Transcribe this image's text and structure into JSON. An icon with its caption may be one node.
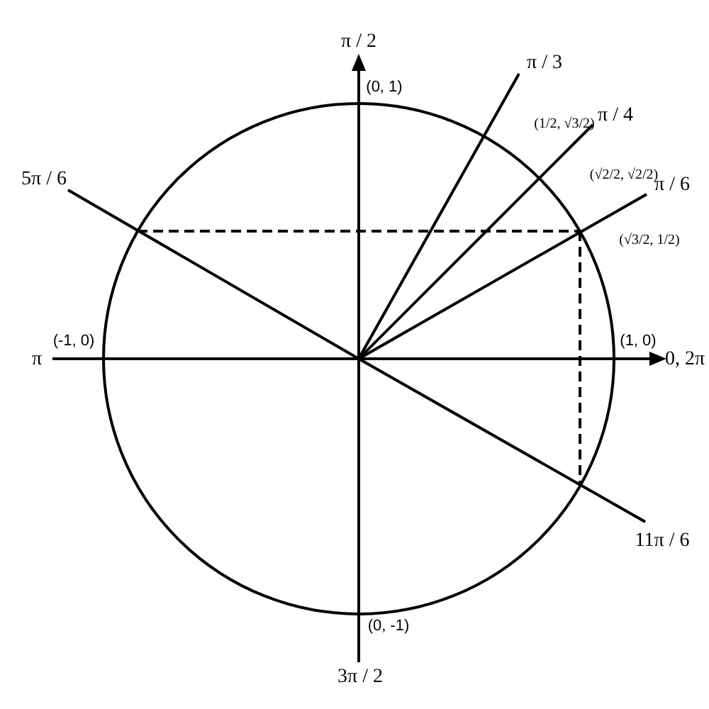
{
  "diagram": {
    "labels": [
      "π / 2",
      "(0, 1)",
      "π / 3",
      "(1/2, √3/2)",
      "π / 4",
      "(√2/2, √2/2)",
      "π / 6",
      "5π / 6",
      "(√3/2, 1/2)",
      "π",
      "(-1, 0)",
      "(1, 0)",
      "0, 2π",
      "11π / 6",
      "(0, -1)",
      "3π / 2"
    ]
  }
}
